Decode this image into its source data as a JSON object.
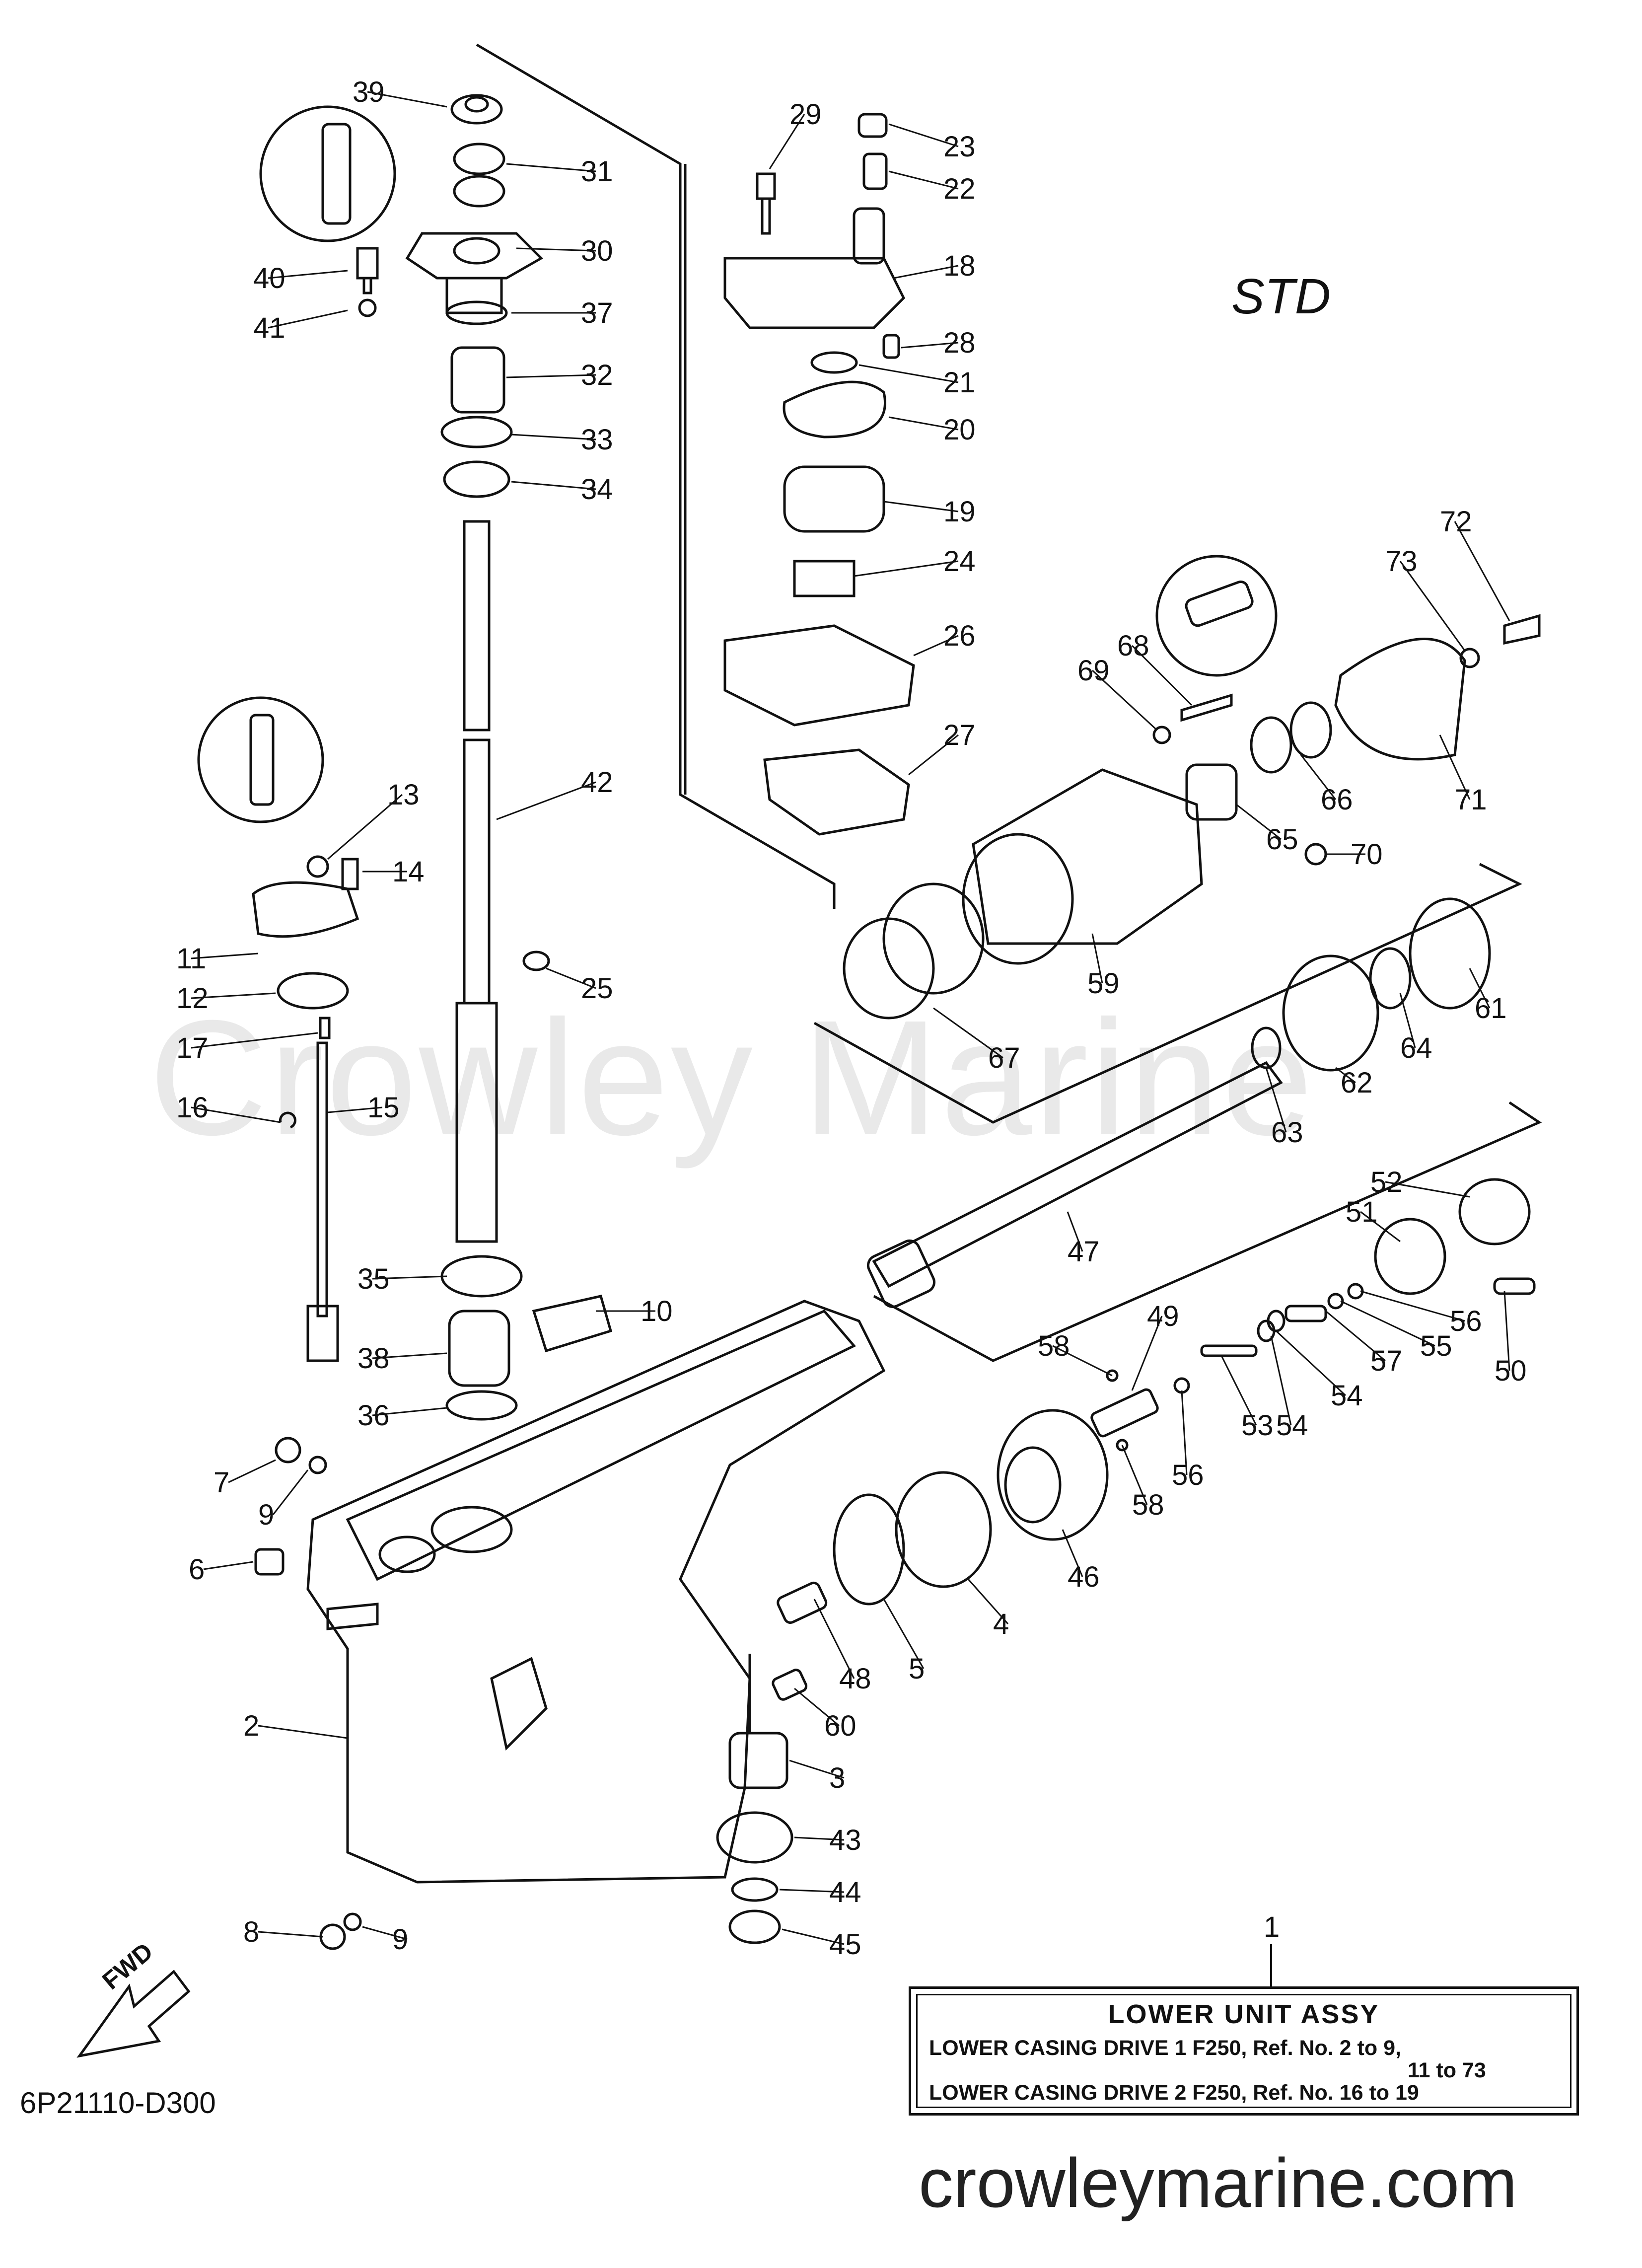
{
  "watermark": "Crowley Marine",
  "style_label": "STD",
  "diagram_code": "6P21110-D300",
  "website": "crowleymarine.com",
  "fwd_label": "FWD",
  "assembly_box": {
    "ref": "1",
    "title": "LOWER UNIT ASSY",
    "line1": "LOWER CASING DRIVE 1 F250, Ref. No. 2 to 9,",
    "line2": "11 to 73",
    "line3": "LOWER CASING DRIVE 2 F250, Ref. No. 16 to 19"
  },
  "callouts": [
    "39",
    "31",
    "30",
    "40",
    "41",
    "37",
    "32",
    "33",
    "34",
    "42",
    "13",
    "14",
    "11",
    "12",
    "17",
    "16",
    "15",
    "25",
    "35",
    "38",
    "10",
    "36",
    "7",
    "9",
    "6",
    "2",
    "8",
    "9",
    "29",
    "23",
    "22",
    "18",
    "28",
    "21",
    "20",
    "19",
    "24",
    "26",
    "27",
    "72",
    "73",
    "69",
    "68",
    "66",
    "71",
    "65",
    "70",
    "59",
    "67",
    "61",
    "64",
    "62",
    "63",
    "47",
    "52",
    "51",
    "50",
    "56",
    "55",
    "57",
    "54",
    "53",
    "54",
    "56",
    "58",
    "49",
    "58",
    "46",
    "4",
    "5",
    "48",
    "60",
    "3",
    "43",
    "44",
    "45"
  ]
}
